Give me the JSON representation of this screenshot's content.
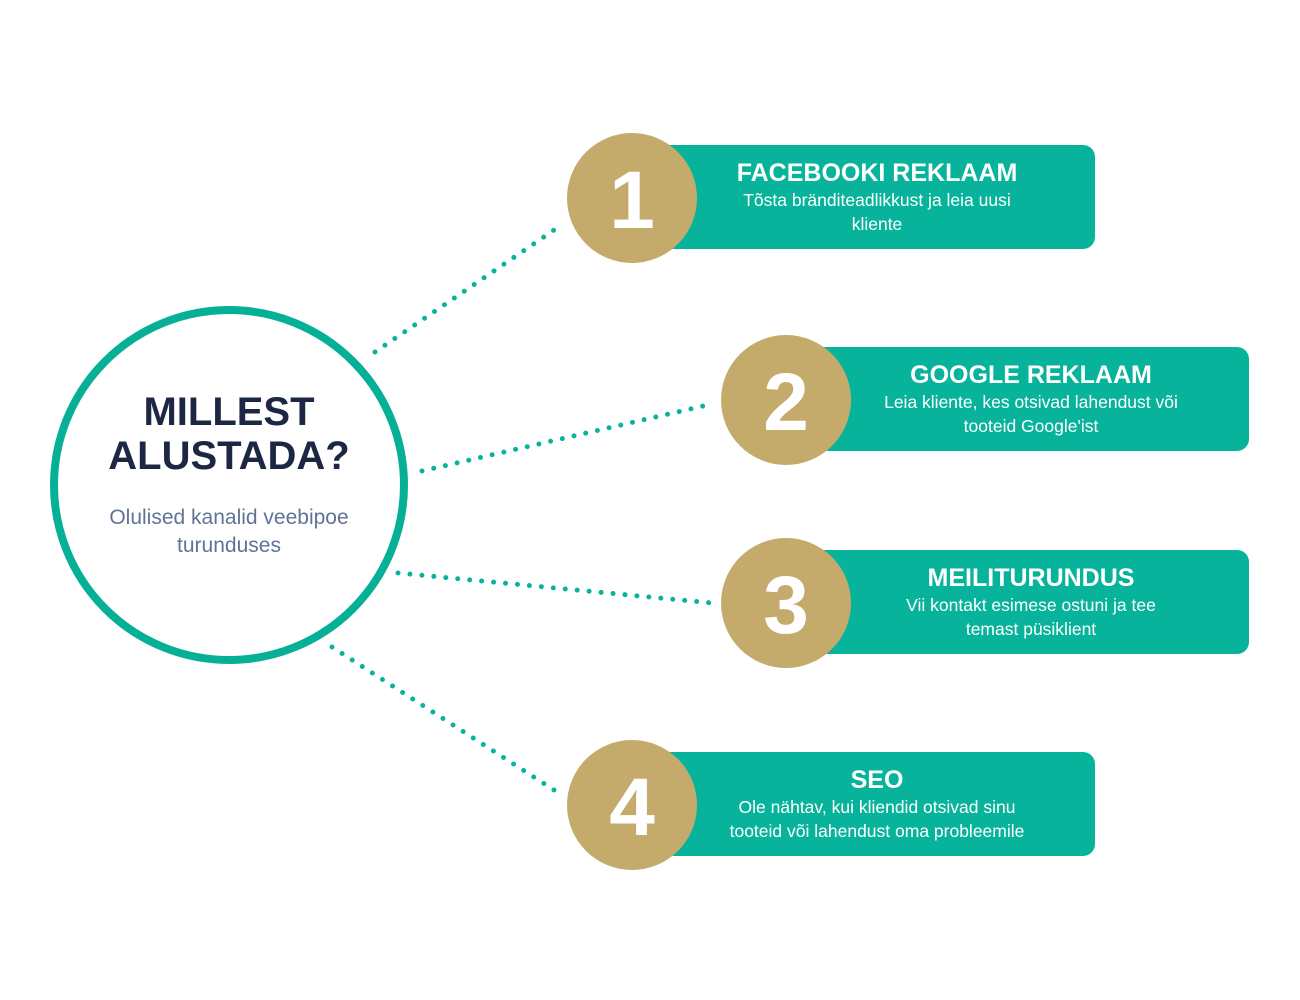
{
  "hub": {
    "title": "MILLEST ALUSTADA?",
    "subtitle": "Olulised kanalid veebipoe turunduses"
  },
  "channels": [
    {
      "number": "1",
      "title": "FACEBOOKI REKLAAM",
      "description": "Tõsta brändi­teadlikkust ja leia uusi kliente"
    },
    {
      "number": "2",
      "title": "GOOGLE REKLAAM",
      "description": "Leia kliente, kes otsivad lahendust või tooteid Google'ist"
    },
    {
      "number": "3",
      "title": "MEILITURUNDUS",
      "description": "Vii kontakt esimese ostuni ja tee temast püsiklient"
    },
    {
      "number": "4",
      "title": "SEO",
      "description": "Ole nähtav, kui kliendid otsivad sinu tooteid või lahendust oma probleemile"
    }
  ],
  "colors": {
    "teal": "#07b49b",
    "hub_ring": "#05b096",
    "gold": "#c4ab6c",
    "navy": "#1c2743",
    "slate": "#5f7399"
  }
}
